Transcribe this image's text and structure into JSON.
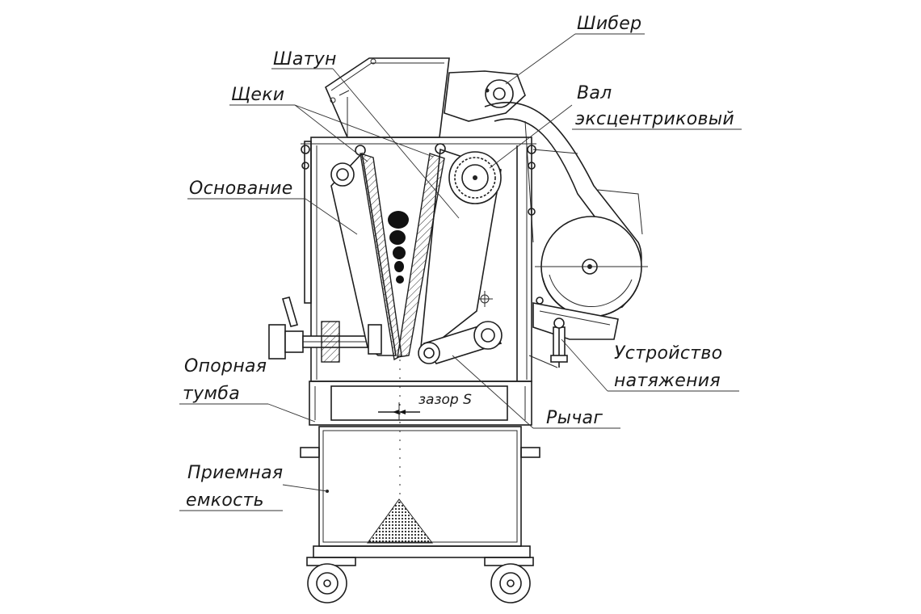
{
  "labels": {
    "shiber": "Шибер",
    "shatun": "Шатун",
    "val_line1": "Вал",
    "val_line2": "эксцентриковый",
    "scheki": "Щеки",
    "osnovanie": "Основание",
    "opornaya_line1": "Опорная",
    "opornaya_line2": "тумба",
    "ustroistvo_line1": "Устройство",
    "ustroistvo_line2": "натяжения",
    "zazor": "зазор S",
    "rychag": "Рычаг",
    "priemnaya_line1": "Приемная",
    "priemnaya_line2": "емкость"
  }
}
